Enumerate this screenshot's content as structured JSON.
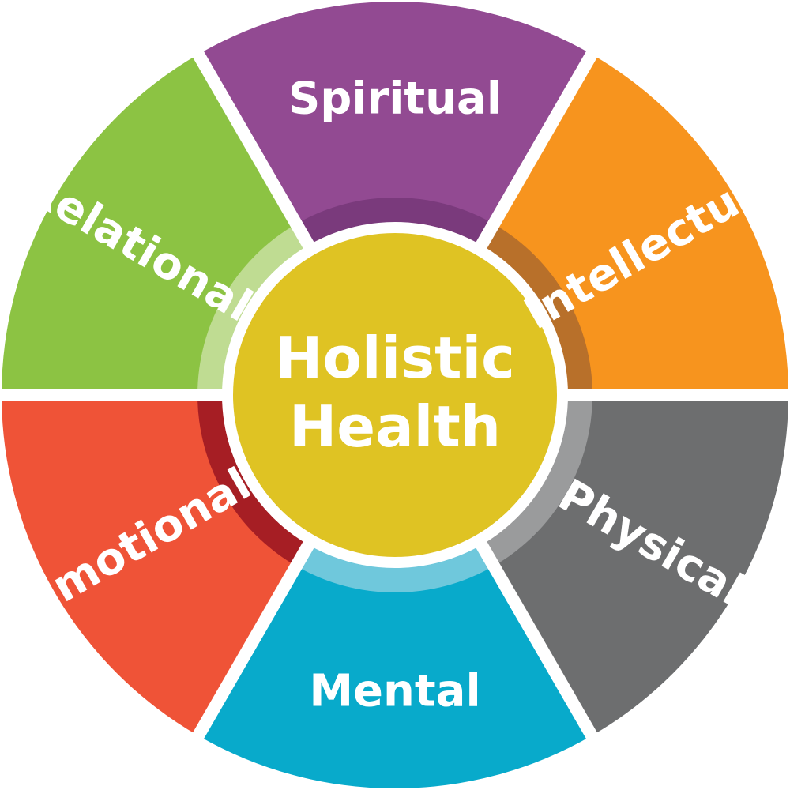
{
  "center": {
    "line1": "Holistic",
    "line2": "Health",
    "color": "#DFC323"
  },
  "segments": [
    {
      "label": "Spiritual",
      "color": "#924A92",
      "ring_color": "#7A3A7C"
    },
    {
      "label": "Intellectual",
      "color": "#F7941E",
      "ring_color": "#B8702A"
    },
    {
      "label": "Physical",
      "color": "#6D6E6F",
      "ring_color": "#9A9B9C"
    },
    {
      "label": "Mental",
      "color": "#08AACB",
      "ring_color": "#6FC8DC"
    },
    {
      "label": "Emotional",
      "color": "#EF5337",
      "ring_color": "#A61E24"
    },
    {
      "label": "Relational",
      "color": "#8CC343",
      "ring_color": "#BFDC92"
    }
  ]
}
